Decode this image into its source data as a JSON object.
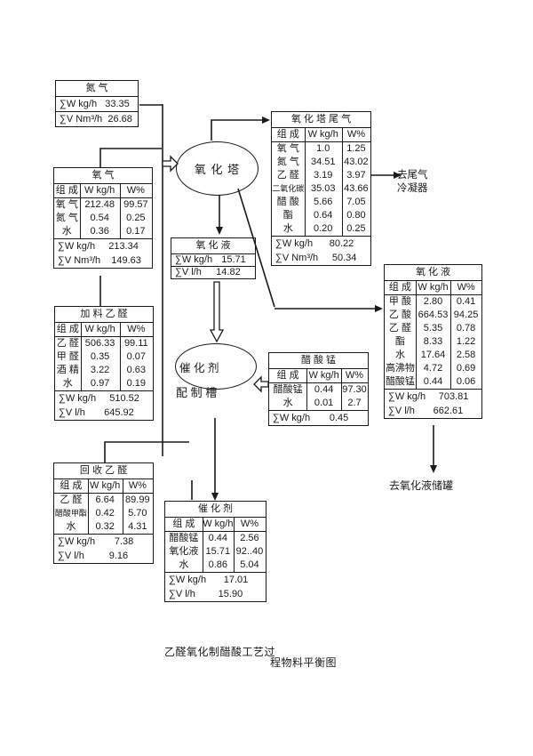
{
  "colors": {
    "background": "#ffffff",
    "line": "#1a1a1a"
  },
  "nodes": {
    "oxidation_tower": "氧 化 塔",
    "catalyst_tank_line1": "催 化 剂",
    "catalyst_tank_line2": "配 制 槽"
  },
  "annotations": {
    "condenser_line1": "去尾气",
    "condenser_line2": "冷凝器",
    "to_storage": "去氧化液储罐",
    "caption_part1": "乙醛氧化制醋酸工艺过",
    "caption_part2": "程物料平衡图"
  },
  "tables": {
    "nitrogen": {
      "title": "氮  气",
      "sums": [
        [
          "∑W kg/h",
          "33.35"
        ],
        [
          "∑V Nm³/h",
          "26.68"
        ]
      ]
    },
    "oxygen": {
      "title": "氧  气",
      "header": [
        "组 成",
        "W kg/h",
        "W%"
      ],
      "rows": [
        [
          "氧 气",
          "212.48",
          "99.57"
        ],
        [
          "氮 气",
          "0.54",
          "0.25"
        ],
        [
          "水",
          "0.36",
          "0.17"
        ]
      ],
      "sums": [
        [
          "∑W kg/h",
          "213.34"
        ],
        [
          "∑V Nm³/h",
          "149.63"
        ]
      ]
    },
    "tail_gas": {
      "title": "氧 化 塔 尾 气",
      "header": [
        "组 成",
        "W kg/h",
        "W%"
      ],
      "rows": [
        [
          "氧 气",
          "1.0",
          "1.25"
        ],
        [
          "氮 气",
          "34.51",
          "43.02"
        ],
        [
          "乙 醛",
          "3.19",
          "3.97"
        ],
        [
          "二氧化碳",
          "35.03",
          "43.66"
        ],
        [
          "醋 酸",
          "5.66",
          "7.05"
        ],
        [
          "酯",
          "0.64",
          "0.80"
        ],
        [
          "水",
          "0.20",
          "0.25"
        ]
      ],
      "sums": [
        [
          "∑W kg/h",
          "80.22"
        ],
        [
          "∑V Nm³/h",
          "50.34"
        ]
      ]
    },
    "oxid_liquid_small": {
      "title": "氧 化 液",
      "sums": [
        [
          "∑W kg/h",
          "15.71"
        ],
        [
          "∑V l/h",
          "14.82"
        ]
      ]
    },
    "feed_acetaldehyde": {
      "title": "加 料 乙 醛",
      "header": [
        "组 成",
        "W kg/h",
        "W%"
      ],
      "rows": [
        [
          "乙 醛",
          "506.33",
          "99.11"
        ],
        [
          "甲 醛",
          "0.35",
          "0.07"
        ],
        [
          "酒 精",
          "3.22",
          "0.63"
        ],
        [
          "水",
          "0.97",
          "0.19"
        ]
      ],
      "sums": [
        [
          "∑W kg/h",
          "510.52"
        ],
        [
          "∑V l/h",
          "645.92"
        ]
      ]
    },
    "manganese_acetate": {
      "title": "醋 酸 锰",
      "header": [
        "组 成",
        "W kg/h",
        "W%"
      ],
      "rows": [
        [
          "醋酸锰",
          "0.44",
          "97.30"
        ],
        [
          "水",
          "0.01",
          "2.7"
        ]
      ],
      "sums": [
        [
          "∑W kg/h",
          "0.45"
        ]
      ]
    },
    "oxid_liquid_right": {
      "title": "氧 化 液",
      "header": [
        "组 成",
        "W kg/h",
        "W%"
      ],
      "rows": [
        [
          "甲 酸",
          "2.80",
          "0.41"
        ],
        [
          "乙 酸",
          "664.53",
          "94.25"
        ],
        [
          "乙 醛",
          "5.35",
          "0.78"
        ],
        [
          "酯",
          "8.33",
          "1.22"
        ],
        [
          "水",
          "17.64",
          "2.58"
        ],
        [
          "高沸物",
          "4.72",
          "0.69"
        ],
        [
          "醋酸锰",
          "0.44",
          "0.06"
        ]
      ],
      "sums": [
        [
          "∑W kg/h",
          "703.81"
        ],
        [
          "∑V l/h",
          "662.61"
        ]
      ]
    },
    "recovered_acetaldehyde": {
      "title": "回 收 乙 醛",
      "header": [
        "组 成",
        "W kg/h",
        "W%"
      ],
      "rows": [
        [
          "乙 醛",
          "6.64",
          "89.99"
        ],
        [
          "醋酸甲酯",
          "0.42",
          "5.70"
        ],
        [
          "水",
          "0.32",
          "4.31"
        ]
      ],
      "sums": [
        [
          "∑W kg/h",
          "7.38"
        ],
        [
          "∑V l/h",
          "9.16"
        ]
      ]
    },
    "catalyst": {
      "title": "催 化 剂",
      "header": [
        "组 成",
        "W kg/h",
        "W%"
      ],
      "rows": [
        [
          "醋酸锰",
          "0.44",
          "2.56"
        ],
        [
          "氧化液",
          "15.71",
          "92..40"
        ],
        [
          "水",
          "0.86",
          "5.04"
        ]
      ],
      "sums": [
        [
          "∑W kg/h",
          "17.01"
        ],
        [
          "∑V l/h",
          "15.90"
        ]
      ]
    }
  }
}
